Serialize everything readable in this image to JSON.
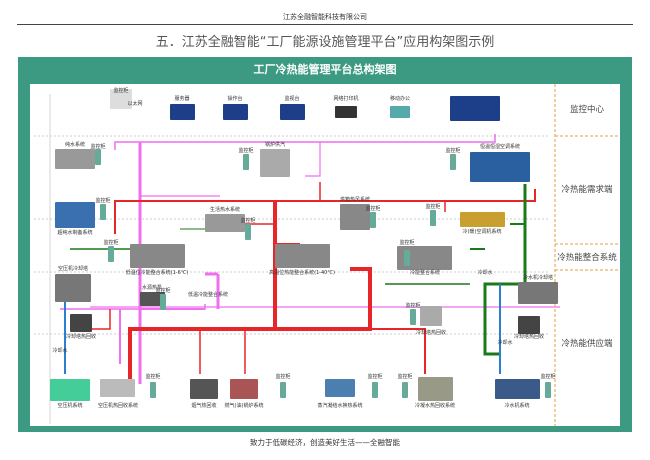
{
  "header": {
    "company": "江苏全融智能科技有限公司",
    "title": "五．江苏全融智能“工厂能源设施管理平台”应用构架图示例"
  },
  "diagram": {
    "title": "工厂冷热能管理平台总构架图",
    "zones": [
      "监控中心",
      "冷热能需求端",
      "冷热能整合系统",
      "冷热能供应端"
    ],
    "labels": [
      "监控柜",
      "以太网",
      "服务器",
      "操作台",
      "监视台",
      "网络打印机",
      "移动办公",
      "纯水系统",
      "监控柜",
      "锅炉供汽",
      "监控柜",
      "恒温恒湿空调系统",
      "监控柜",
      "超纯水制备系统",
      "监控柜",
      "生活热水系统",
      "监控柜",
      "烘箱热风系统",
      "监控柜",
      "冷(暖)空调机系统",
      "监控柜",
      "监控柜",
      "低温位冷能整合系统(1-6℃)",
      "高温位热能整合系统(1-40℃)",
      "监控柜",
      "冷能整合系统",
      "空压机冷却塔",
      "水源热泵",
      "监控柜",
      "低温冷能整合系统",
      "冷却塔热回收",
      "冷水机冷却塔",
      "监控柜",
      "冷却塔热回收",
      "冷却塔热回收",
      "空压机系统",
      "空压机热回收系统",
      "监控柜",
      "烟气热回收",
      "燃气(油)锅炉系统",
      "监控柜",
      "蒸汽凝结水换热系统",
      "监控柜",
      "监控柜",
      "冷凝水热回收系统",
      "冷水机系统",
      "监控柜",
      "冷却水",
      "冷却水",
      "冷却水"
    ],
    "colors": {
      "frame": "#3c9a82",
      "hot": "#e8262a",
      "warm": "#f06ef0",
      "cold": "#1a7a1a",
      "cooling": "#2a7fd0"
    }
  },
  "footer": "致力于低碳经济，创造美好生活——全融智能"
}
